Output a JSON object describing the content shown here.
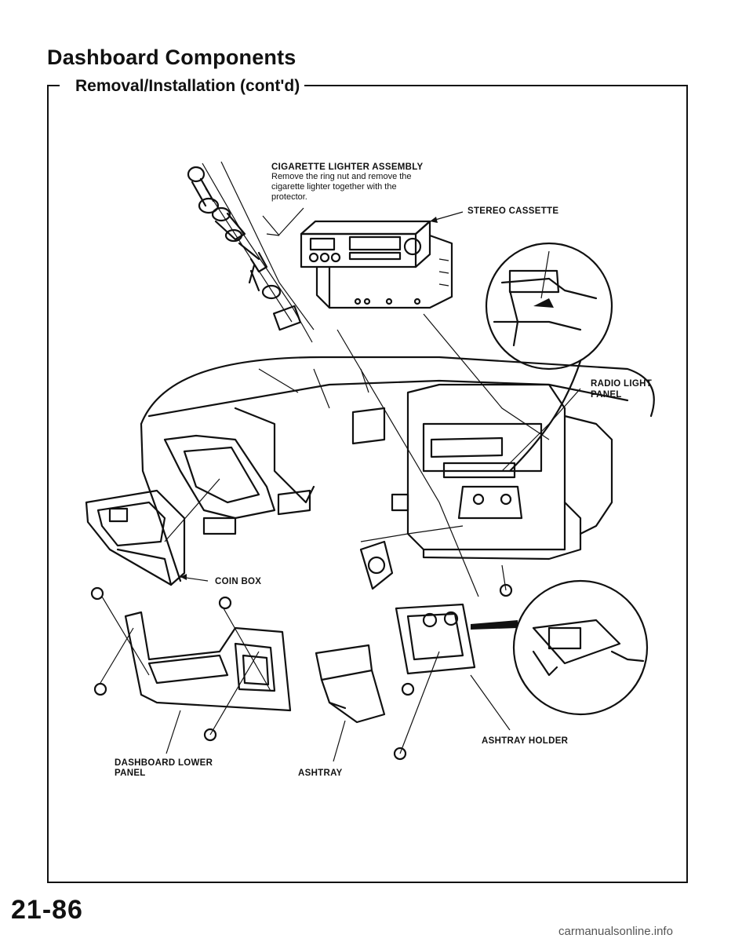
{
  "header": {
    "title": "Dashboard Components",
    "subtitle": "Removal/Installation (cont'd)"
  },
  "callouts": {
    "cigarette_lighter": {
      "title": "CIGARETTE LIGHTER ASSEMBLY",
      "line1": "Remove the ring nut and remove the",
      "line2": "cigarette lighter together with the",
      "line3": "protector."
    },
    "stereo_cassette": "STEREO CASSETTE",
    "radio_light_panel_1": "RADIO LIGHT",
    "radio_light_panel_2": "PANEL",
    "coin_box": "COIN BOX",
    "ashtray_holder": "ASHTRAY HOLDER",
    "dashboard_lower_panel_1": "DASHBOARD LOWER",
    "dashboard_lower_panel_2": "PANEL",
    "ashtray": "ASHTRAY"
  },
  "footer": {
    "page_number": "21-86",
    "watermark": "carmanualsonline.info"
  }
}
